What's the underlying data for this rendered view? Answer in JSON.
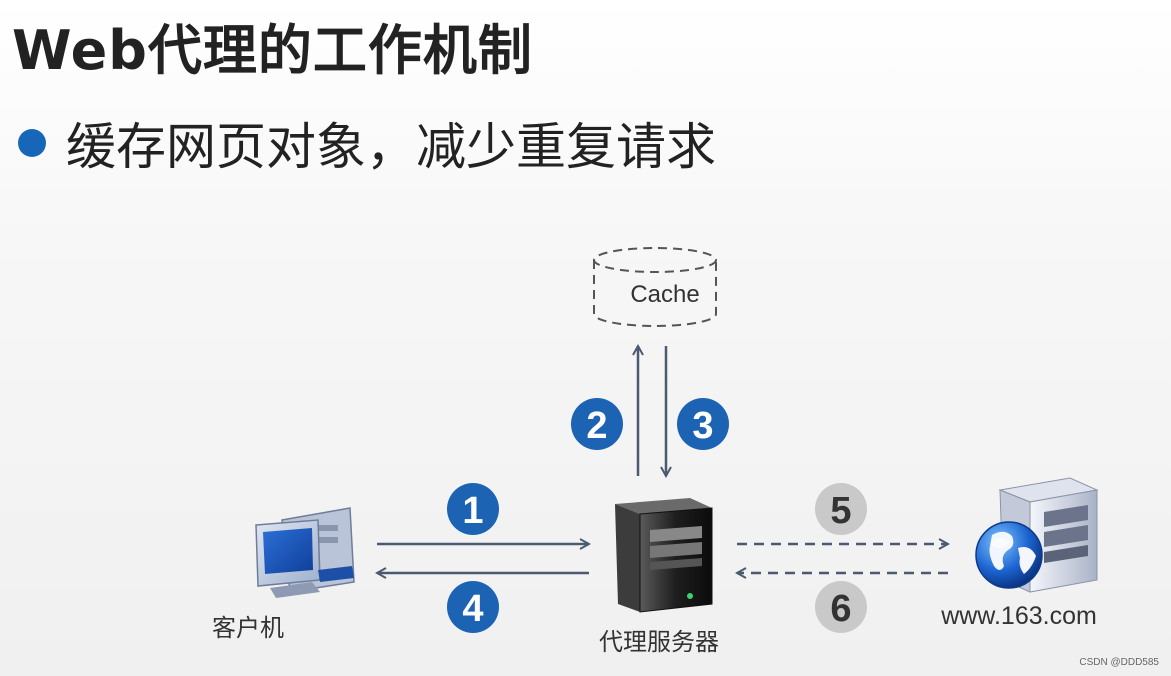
{
  "title": "Web代理的工作机制",
  "bullet": "缓存网页对象，减少重复请求",
  "cache_label": "Cache",
  "client_label": "客户机",
  "proxy_label": "代理服务器",
  "server_label": "www.163.com",
  "steps": [
    "1",
    "2",
    "3",
    "4",
    "5",
    "6"
  ],
  "watermark": "CSDN @DDD585",
  "colors": {
    "step_blue": "#1d63b4",
    "step_gray": "#c9c9c9",
    "arrow": "#4a5a70",
    "bullet": "#1866b8"
  }
}
